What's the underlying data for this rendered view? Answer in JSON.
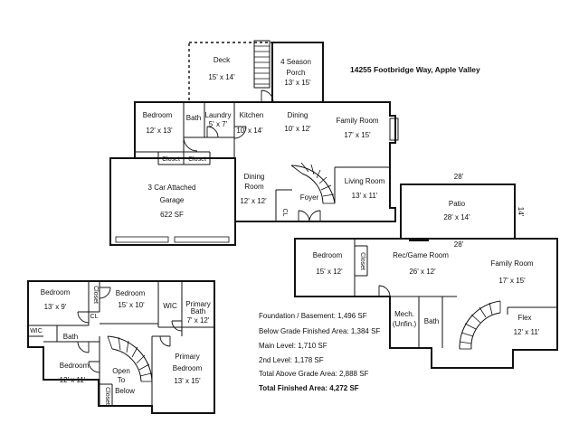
{
  "address": "14255 Footbridge Way, Apple Valley",
  "main_level": {
    "deck": {
      "name": "Deck",
      "dims": "15' x 14'"
    },
    "porch": {
      "name": "4 Season",
      "name2": "Porch",
      "dims": "13' x 15'"
    },
    "bedroom": {
      "name": "Bedroom",
      "dims": "12' x 13'"
    },
    "bath": {
      "name": "Bath"
    },
    "laundry": {
      "name": "Laundry",
      "dims": "5' x 7'"
    },
    "kitchen": {
      "name": "Kitchen",
      "dims": "10' x 14'"
    },
    "dining": {
      "name": "Dining",
      "dims": "10' x 12'"
    },
    "family_room": {
      "name": "Family Room",
      "dims": "17' x 15'"
    },
    "closet1": "Closet",
    "closet2": "Closet",
    "garage": {
      "name": "3 Car Attached",
      "name2": "Garage",
      "area": "622 SF"
    },
    "dining_room": {
      "name": "Dining",
      "name2": "Room",
      "dims": "12' x 12'"
    },
    "foyer": {
      "name": "Foyer"
    },
    "cl": "CL",
    "living_room": {
      "name": "Living Room",
      "dims": "13' x 11'"
    }
  },
  "patio": {
    "name": "Patio",
    "dims": "28' x 14'",
    "top_dim": "28'",
    "bottom_dim": "28'",
    "side_dim": "14'"
  },
  "lower_level": {
    "bedroom": {
      "name": "Bedroom",
      "dims": "15' x 12'"
    },
    "closet": "Closet",
    "rec_room": {
      "name": "Rec/Game Room",
      "dims": "26' x 12'"
    },
    "family_room": {
      "name": "Family Room",
      "dims": "17' x 15'"
    },
    "mech": {
      "name": "Mech.",
      "name2": "(Unfin.)"
    },
    "bath": {
      "name": "Bath"
    },
    "flex": {
      "name": "Flex",
      "dims": "12' x 11'"
    }
  },
  "upper_level": {
    "bedroom1": {
      "name": "Bedroom",
      "dims": "13' x 9'"
    },
    "closet1": "Closet",
    "bedroom2": {
      "name": "Bedroom",
      "dims": "15' x 10'"
    },
    "wic1": "WIC",
    "primary_bath": {
      "name": "Primary",
      "name2": "Bath",
      "dims": "7' x 12'"
    },
    "cl": "CL",
    "wic2": "WIC",
    "bath": {
      "name": "Bath"
    },
    "bedroom3": {
      "name": "Bedroom",
      "dims": "12' x 11'"
    },
    "open_to_below": {
      "line1": "Open",
      "line2": "To",
      "line3": "Below"
    },
    "closet2": "Closet",
    "primary_bedroom": {
      "name": "Primary",
      "name2": "Bedroom",
      "dims": "13' x 15'"
    }
  },
  "stats": [
    "Foundation / Basement: 1,496 SF",
    "Below Grade Finished Area: 1,384 SF",
    "Main Level: 1,710 SF",
    "2nd Level: 1,178 SF",
    "Total Above Grade Area: 2,888 SF"
  ],
  "total": "Total Finished Area: 4,272 SF"
}
